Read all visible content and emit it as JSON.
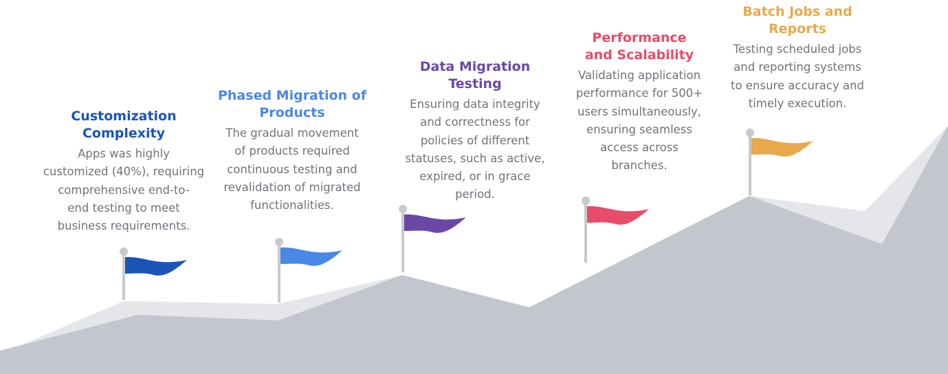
{
  "colors": {
    "pole": "#c7c9cc",
    "mountain_back": "#e4e6e9",
    "mountain_front": "#c3c6cc",
    "description_text": "#6f7378"
  },
  "milestones": [
    {
      "title_lines": [
        "Customization",
        "Complexity"
      ],
      "description": "Apps was highly customized (40%), requiring comprehensive end-to-end testing to meet business requirements.",
      "desc_lines": [
        "Apps was highly",
        "customized (40%), requiring",
        "comprehensive end-to-",
        "end testing to meet",
        "business requirements."
      ],
      "color": "#1a55b5",
      "flag_icon": "flag-icon"
    },
    {
      "title_lines": [
        "Phased Migration of",
        "Products"
      ],
      "description": "The gradual movement of products required continuous testing and revalidation of migrated functionalities.",
      "desc_lines": [
        "The gradual movement",
        "of products required",
        "continuous testing and",
        "revalidation of migrated",
        "functionalities."
      ],
      "color": "#4a88e8",
      "flag_icon": "flag-icon"
    },
    {
      "title_lines": [
        "Data Migration",
        "Testing"
      ],
      "description": "Ensuring data integrity and correctness for policies of different statuses, such as active, expired, or in grace period.",
      "desc_lines": [
        "Ensuring data integrity",
        "and correctness for",
        "policies of different",
        "statuses, such as active,",
        "expired, or in grace",
        "period."
      ],
      "color": "#6b47a8",
      "flag_icon": "flag-icon"
    },
    {
      "title_lines": [
        "Performance",
        "and Scalability"
      ],
      "description": "Validating application performance for 500+ users simultaneously, ensuring seamless access across branches.",
      "desc_lines": [
        "Validating application",
        "performance for 500+",
        "users simultaneously,",
        "ensuring seamless",
        "access across",
        "branches."
      ],
      "color": "#e84c68",
      "flag_icon": "flag-icon"
    },
    {
      "title_lines": [
        "Batch Jobs and",
        "Reports"
      ],
      "description": "Testing scheduled jobs and reporting systems to ensure accuracy and timely execution.",
      "desc_lines": [
        "Testing scheduled jobs",
        "and reporting systems",
        "to ensure accuracy and",
        "timely execution."
      ],
      "color": "#e9a84a",
      "flag_icon": "flag-icon"
    }
  ]
}
